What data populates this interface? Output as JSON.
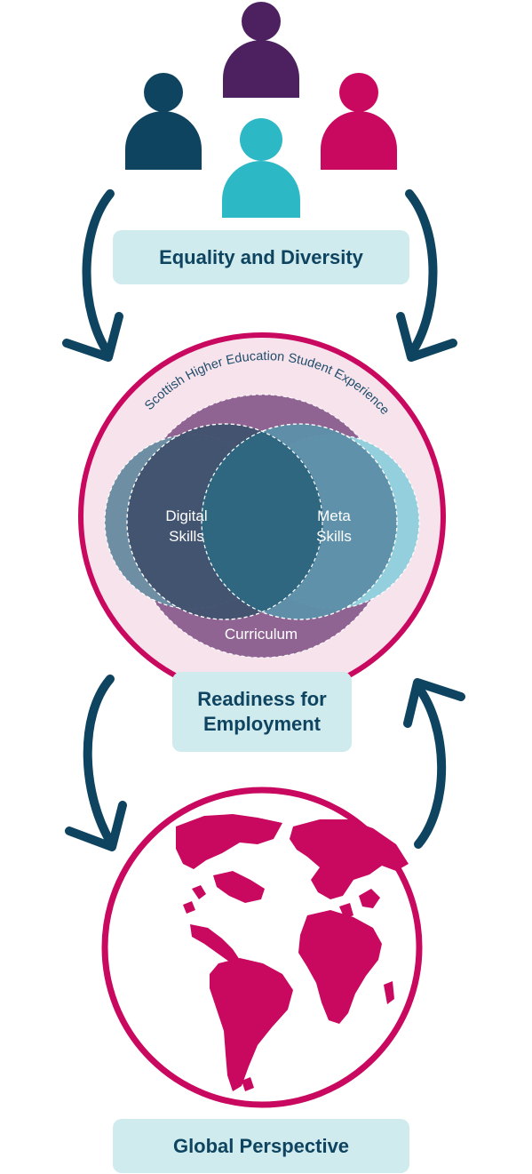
{
  "labels": {
    "equality": "Equality and Diversity",
    "readiness_line1": "Readiness for",
    "readiness_line2": "Employment",
    "global": "Global Perspective"
  },
  "venn": {
    "arc_title": "Scottish Higher Education Student Experience",
    "digital_line1": "Digital",
    "digital_line2": "Skills",
    "meta_line1": "Meta",
    "meta_line2": "Skills",
    "curriculum": "Curriculum"
  },
  "icons": {
    "people": [
      "person-icon-dark-teal",
      "person-icon-purple",
      "person-icon-magenta",
      "person-icon-light-teal"
    ],
    "globe": "globe-icon",
    "arrows": "curved-arrow-icon"
  },
  "colors": {
    "dark_teal": "#0f4460",
    "purple": "#4d2160",
    "magenta": "#c8095f",
    "light_teal": "#2db8c6",
    "label_bg": "#cfebee",
    "venn_pink_bg": "#f7e3ec"
  }
}
